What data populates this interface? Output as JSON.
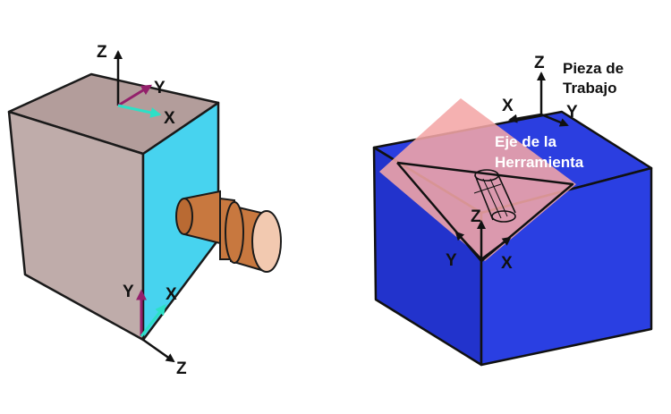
{
  "left_figure": {
    "top_axes": {
      "z": "Z",
      "y": "Y",
      "x": "X"
    },
    "face_axes": {
      "y": "Y",
      "x": "X"
    },
    "base_axis": {
      "z": "Z"
    }
  },
  "right_figure": {
    "workpiece_axes": {
      "z": "Z",
      "x": "X",
      "y": "Y"
    },
    "workpiece_label": [
      "Pieza de",
      "Trabajo"
    ],
    "tool_axes": {
      "z": "Z",
      "y": "Y",
      "x": "X"
    },
    "tool_label": [
      "Eje de la",
      "Herramienta"
    ]
  },
  "colors": {
    "cube_front": "#bfacaa",
    "cube_top": "#b39d9b",
    "cube_right": "#47d3ef",
    "tool_body": "#c8783f",
    "tool_face": "#f2c9b0",
    "arrow_magenta": "#93206b",
    "arrow_cyan": "#2ce0c6",
    "block_blue": "#2b3ee0",
    "block_blue_dark": "#2233cc",
    "plane_pink": "#f4a6a6",
    "tool_label_white": "#ffffff"
  }
}
